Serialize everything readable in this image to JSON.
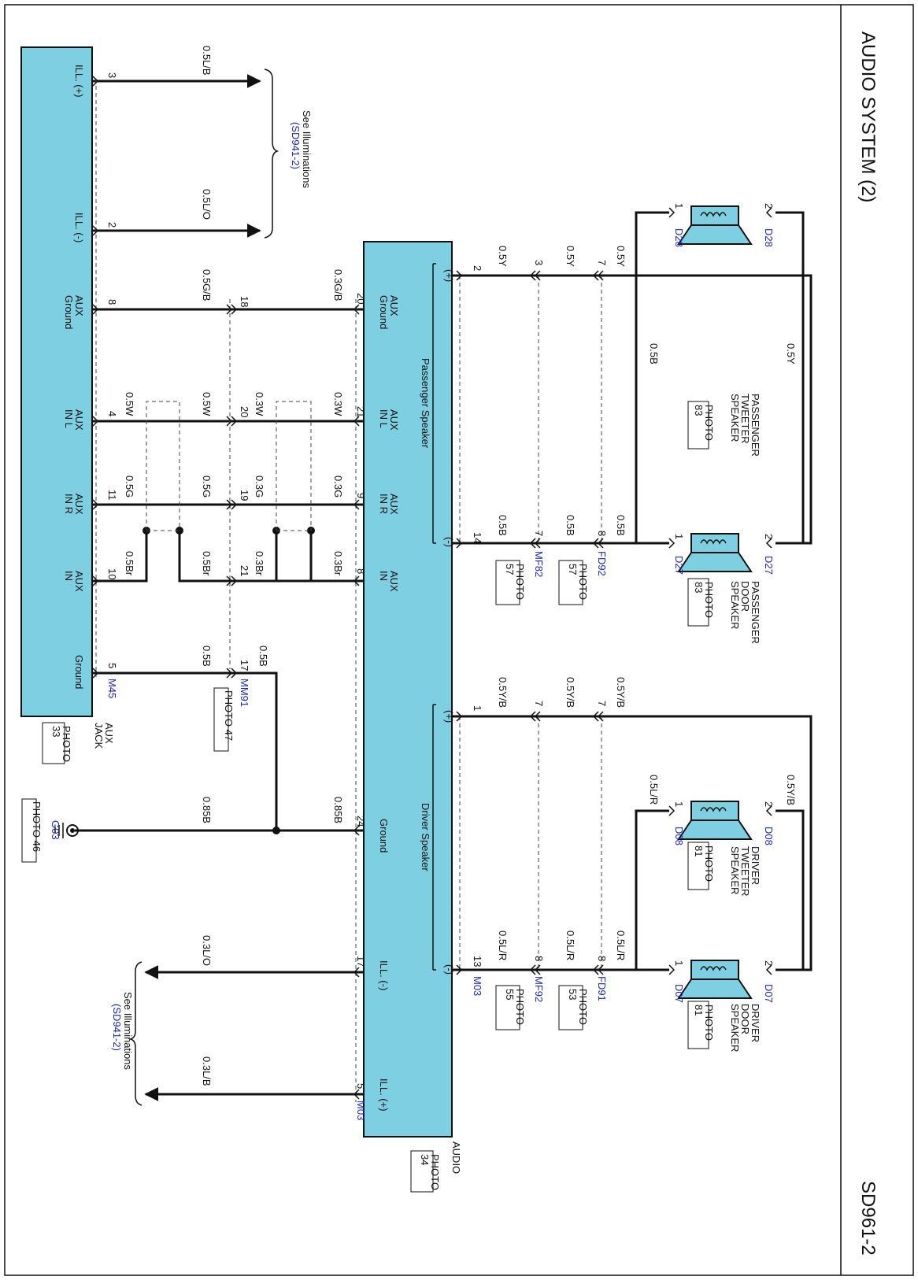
{
  "header": {
    "title": "AUDIO SYSTEM (2)",
    "code": "SD961-2"
  },
  "components": {
    "aux_jack": {
      "name_1": "AUX",
      "name_2": "JACK",
      "photo_1": "PHOTO",
      "photo_2": "33"
    },
    "audio": {
      "name": "AUDIO",
      "photo_1": "PHOTO",
      "photo_2": "34"
    },
    "pass_tweeter": {
      "name_1": "PASSENGER",
      "name_2": "TWEETER",
      "name_3": "SPEAKER",
      "photo_1": "PHOTO",
      "photo_2": "83"
    },
    "pass_door": {
      "name_1": "PASSENGER",
      "name_2": "DOOR",
      "name_3": "SPEAKER",
      "photo_1": "PHOTO",
      "photo_2": "83"
    },
    "drv_tweeter": {
      "name_1": "DRIVER",
      "name_2": "TWEETER",
      "name_3": "SPEAKER",
      "photo_1": "PHOTO",
      "photo_2": "81"
    },
    "drv_door": {
      "name_1": "DRIVER",
      "name_2": "DOOR",
      "name_3": "SPEAKER",
      "photo_1": "PHOTO",
      "photo_2": "81"
    }
  },
  "aux_pins": {
    "ill_plus": "ILL. (+)",
    "ill_minus": "ILL. (-)",
    "aux_ground_1": "AUX",
    "aux_ground_2": "Ground",
    "aux_inl_1": "AUX",
    "aux_inl_2": "IN L",
    "aux_inr_1": "AUX",
    "aux_inr_2": "IN R",
    "aux_in_1": "AUX",
    "aux_in_2": "IN",
    "ground": "Ground"
  },
  "audio_pins": {
    "aux_ground_1": "AUX",
    "aux_ground_2": "Ground",
    "aux_inl_1": "AUX",
    "aux_inl_2": "IN L",
    "aux_inr_1": "AUX",
    "aux_inr_2": "IN R",
    "aux_in_1": "AUX",
    "aux_in_2": "IN",
    "ground": "Ground",
    "ill_minus": "ILL. (-)",
    "ill_plus": "ILL. (+)",
    "passenger_speaker": "Passenger Speaker",
    "driver_speaker": "Driver Speaker",
    "plus": "(+)",
    "minus": "(-)"
  },
  "pin_numbers": {
    "aux_3": "3",
    "aux_2": "2",
    "aux_8": "8",
    "aux_4": "4",
    "aux_11": "11",
    "aux_10": "10",
    "aux_5": "5",
    "mm_18": "18",
    "mm_20": "20",
    "mm_19": "19",
    "mm_21": "21",
    "mm_17": "17",
    "au_20": "20",
    "au_21": "21",
    "au_9": "9",
    "au_8": "8",
    "au_24": "24",
    "au_17": "17",
    "au_5": "5",
    "au_2": "2",
    "au_14": "14",
    "au_1": "1",
    "au_13": "13",
    "c1_3": "3",
    "c1_7a": "7",
    "c1_7b": "7",
    "c1_8": "8",
    "c2_7a": "7",
    "c2_8a": "8",
    "c2_7b": "7",
    "c2_8b": "8",
    "sp_1": "1",
    "sp_2": "2"
  },
  "wires": {
    "w_05lb": "0.5L/B",
    "w_05lo": "0.5L/O",
    "w_05gb": "0.5G/B",
    "w_03gb": "0.3G/B",
    "w_05w": "0.5W",
    "w_03w": "0.3W",
    "w_05g": "0.5G",
    "w_03g": "0.3G",
    "w_05br": "0.5Br",
    "w_03br": "0.3Br",
    "w_05b": "0.5B",
    "w_085b": "0.85B",
    "w_03lo": "0.3L/O",
    "w_03lb": "0.3L/B",
    "w_05y": "0.5Y",
    "w_05yb": "0.5Y/B",
    "w_05lr": "0.5L/R"
  },
  "connectors": {
    "m45": "M45",
    "mm91": "MM91",
    "g03": "G03",
    "m03": "M03",
    "mf82": "MF82",
    "fd92": "FD92",
    "mf92": "MF92",
    "fd91": "FD91",
    "d28": "D28",
    "d27": "D27",
    "d08": "D08",
    "d07": "D07"
  },
  "photos": {
    "mm91": "PHOTO 47",
    "g03": "PHOTO 46",
    "mf82_1": "PHOTO",
    "mf82_2": "57",
    "fd92_1": "PHOTO",
    "fd92_2": "57",
    "mf92_1": "PHOTO",
    "mf92_2": "55",
    "fd91_1": "PHOTO",
    "fd91_2": "53"
  },
  "references": {
    "see": "See Illuminations",
    "sd": "(SD941-2)"
  }
}
